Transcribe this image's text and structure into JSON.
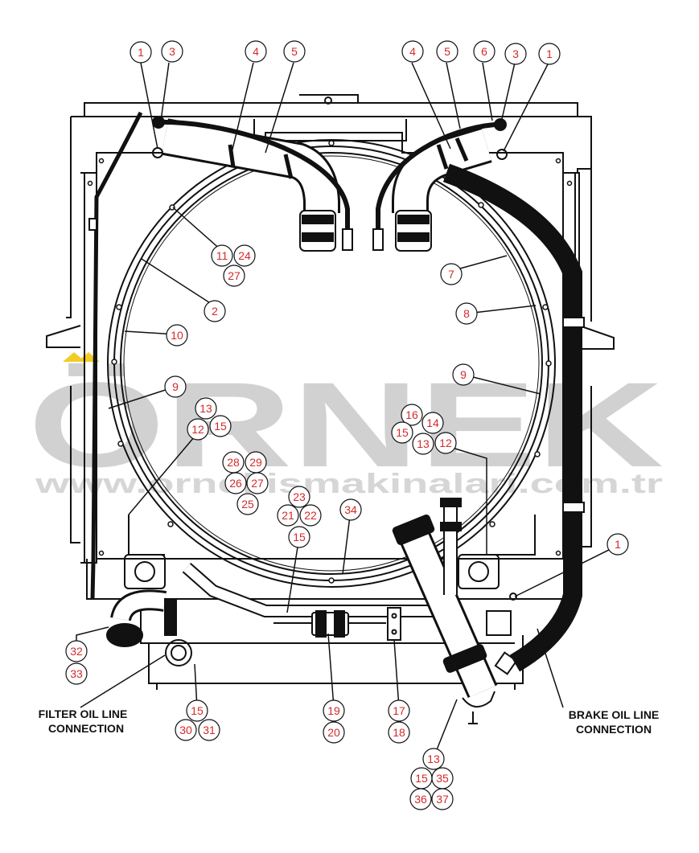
{
  "colors": {
    "line": "#111111",
    "callout_text": "#d42a2a",
    "callout_fill": "#ffffff",
    "watermark": "#c9c9c9",
    "watermark_accent": "#f2c400"
  },
  "labels": {
    "filter_oil_line": [
      "FILTER OIL LINE",
      "CONNECTION"
    ],
    "brake_oil_line": [
      "BRAKE OIL LINE",
      "CONNECTION"
    ]
  },
  "watermark": {
    "brand": "ÖRNEK",
    "url": "www.ornekismakinalari.com.tr"
  },
  "callouts": [
    "1",
    "3",
    "4",
    "5",
    "4",
    "5",
    "6",
    "3",
    "1",
    "11",
    "24",
    "27",
    "2",
    "10",
    "7",
    "8",
    "9",
    "9",
    "13",
    "15",
    "12",
    "16",
    "14",
    "15",
    "13",
    "12",
    "28",
    "29",
    "26",
    "27",
    "25",
    "23",
    "21",
    "22",
    "15",
    "34",
    "1",
    "32",
    "33",
    "15",
    "30",
    "31",
    "19",
    "20",
    "17",
    "18",
    "13",
    "15",
    "35",
    "36",
    "37"
  ]
}
